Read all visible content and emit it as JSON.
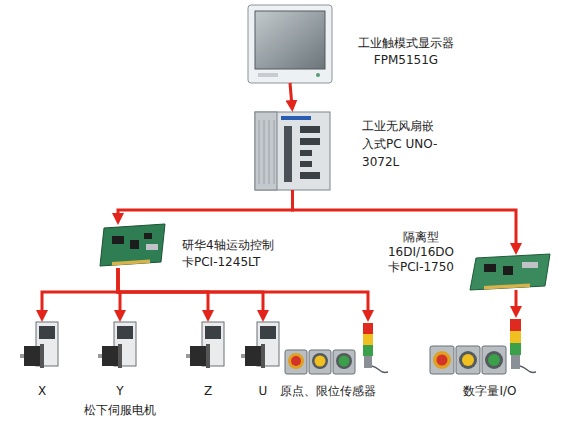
{
  "diagram": {
    "nodes": [
      {
        "text": [
          "工业触模式显示器 FPM5151G"
        ]
      },
      {
        "text": [
          "工业无风扇嵌 入式PC UNO-3072L"
        ]
      },
      {
        "text": [
          "研华4轴运动控制 卡PCI-1245LT"
        ]
      },
      {
        "text": [
          "隔离型 16DI/16DO 卡PCI-1750"
        ]
      },
      {
        "text": [
          "X"
        ]
      },
      {
        "text": [
          "Y"
        ]
      },
      {
        "text": [
          "Z"
        ]
      },
      {
        "text": [
          "U"
        ]
      },
      {
        "text": [
          "原点、限位传感器"
        ]
      },
      {
        "text": [
          "数字量I/O"
        ]
      }
    ],
    "edges": [
      {
        "from": 0,
        "to": 1,
        "arrow": "to"
      },
      {
        "from": 1,
        "to": 2,
        "arrow": "to"
      },
      {
        "from": 1,
        "to": 3,
        "arrow": "to"
      },
      {
        "from": 2,
        "to": 4,
        "arrow": "to"
      },
      {
        "from": 2,
        "to": 5,
        "arrow": "to"
      },
      {
        "from": 2,
        "to": 6,
        "arrow": "to"
      },
      {
        "from": 2,
        "to": 7,
        "arrow": "to"
      },
      {
        "from": 2,
        "to": 8,
        "arrow": "to"
      },
      {
        "from": 3,
        "to": 9,
        "arrow": "to"
      }
    ],
    "labels": [
      "松下伺服电机"
    ]
  }
}
